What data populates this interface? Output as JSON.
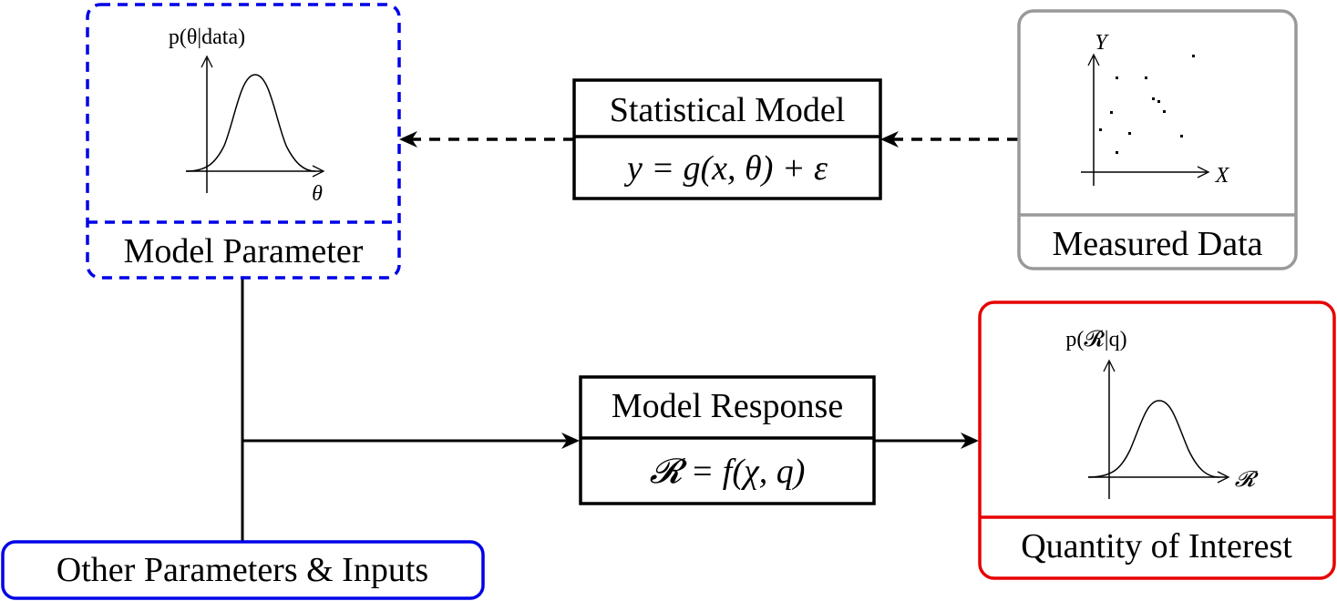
{
  "diagram": {
    "model_parameter": {
      "label": "Model Parameter",
      "plot_ylabel": "p(θ|data)",
      "plot_xlabel": "θ",
      "border_color": "#0000e6"
    },
    "statistical_model": {
      "title": "Statistical Model",
      "equation": "y = g(x, θ) + ε"
    },
    "measured_data": {
      "label": "Measured Data",
      "plot_ylabel": "Y",
      "plot_xlabel": "X",
      "border_color": "#999999"
    },
    "model_response": {
      "title": "Model Response",
      "equation": "𝓡 = f(χ, q)"
    },
    "quantity_of_interest": {
      "label": "Quantity of Interest",
      "plot_ylabel": "p(𝓡|q)",
      "plot_xlabel": "𝓡",
      "border_color": "#e60000"
    },
    "other_inputs": {
      "label": "Other Parameters & Inputs",
      "border_color": "#0000e6"
    }
  }
}
